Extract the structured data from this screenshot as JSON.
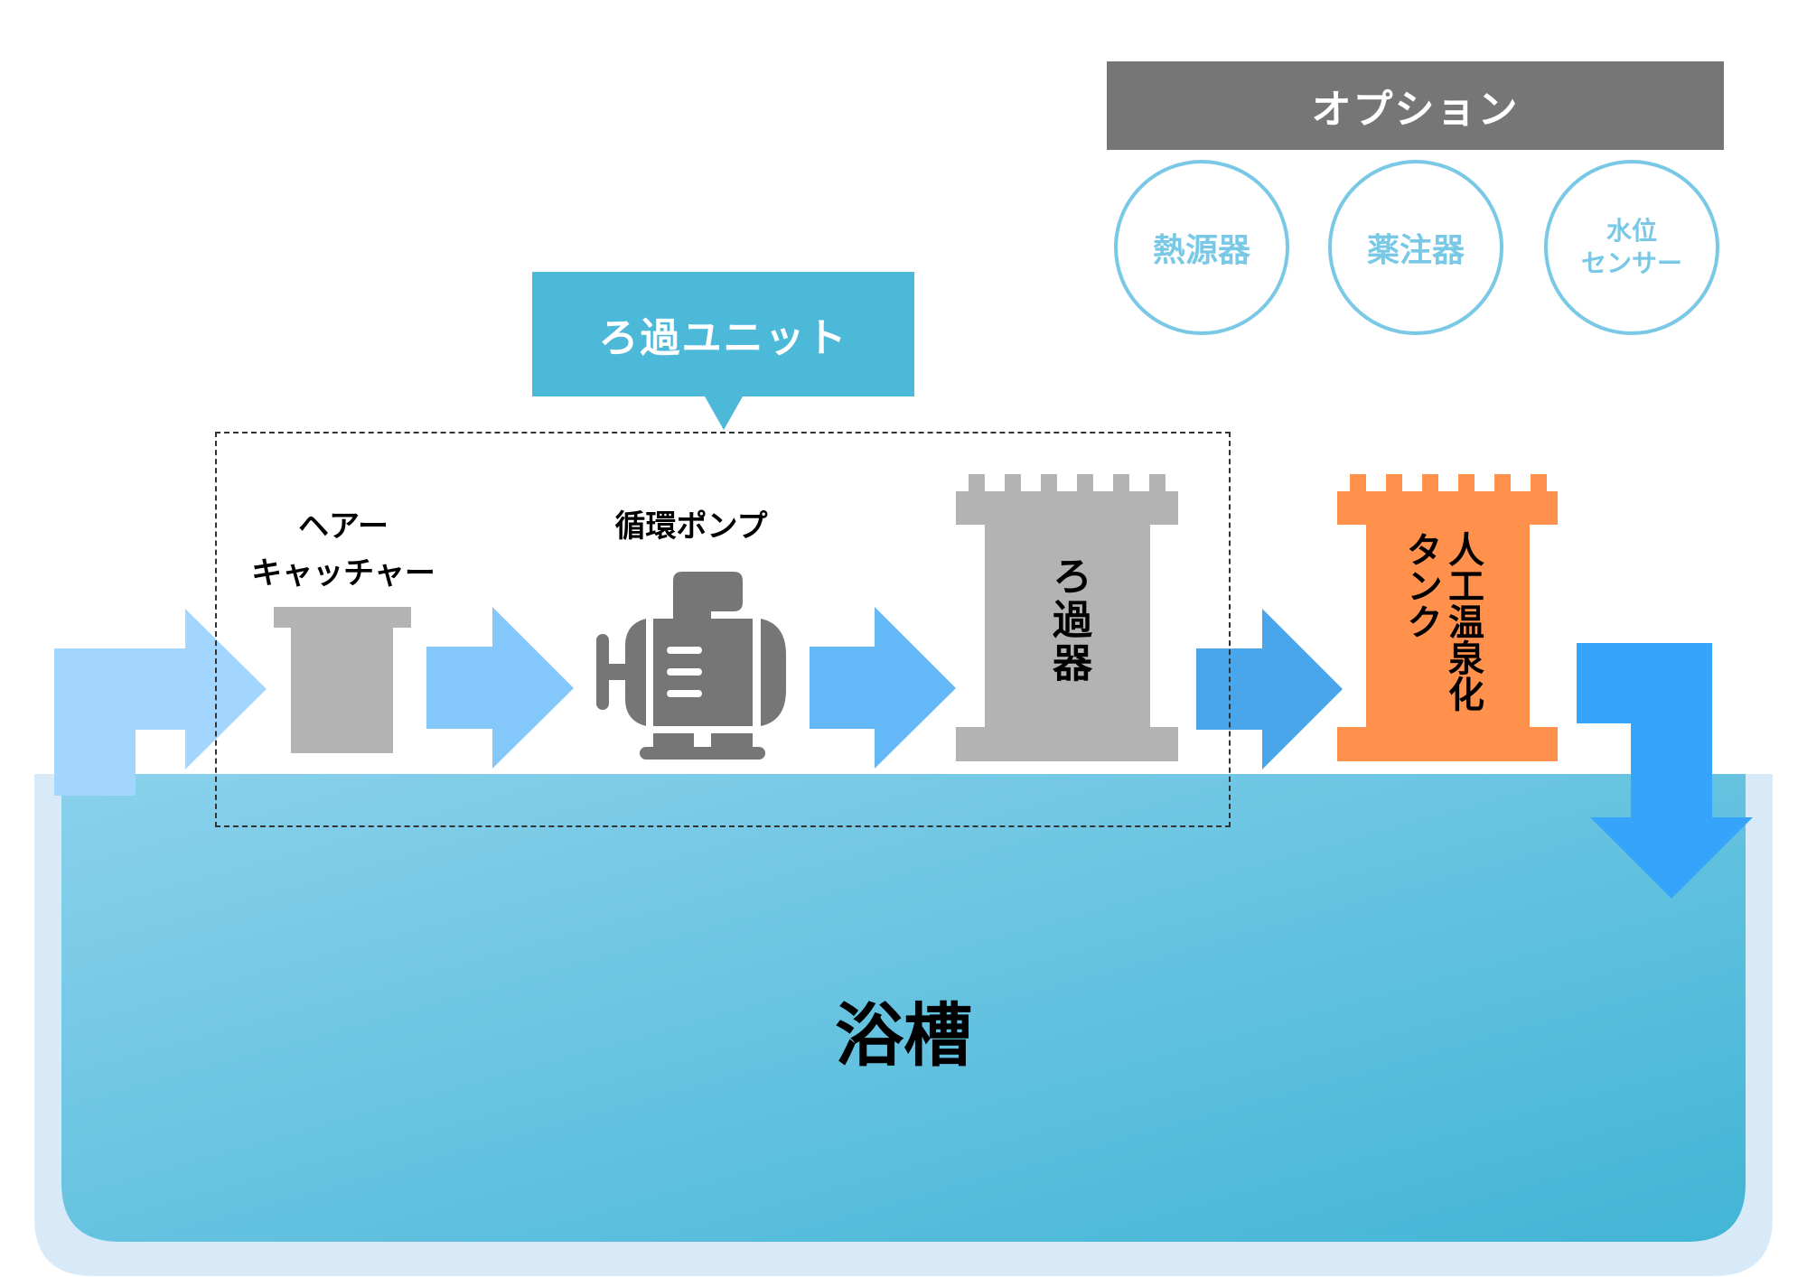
{
  "options": {
    "header": "オプション",
    "items": [
      {
        "lines": [
          "熱源器"
        ]
      },
      {
        "lines": [
          "薬注器"
        ]
      },
      {
        "lines": [
          "水位",
          "センサー"
        ]
      }
    ]
  },
  "filtration_unit": {
    "callout_label": "ろ過ユニット"
  },
  "components": {
    "hair_catcher": {
      "lines": [
        "ヘアー",
        "キャッチャー"
      ]
    },
    "circulation_pump": {
      "label": "循環ポンプ"
    },
    "filter": {
      "label": "ろ過器"
    },
    "onsen_tank": {
      "lines": [
        "人工温泉化",
        "タンク"
      ]
    }
  },
  "bath": {
    "label": "浴槽"
  },
  "colors": {
    "options_header_bg": "#767676",
    "option_circle": "#79c8e6",
    "callout_bg": "#4db9d9",
    "component_gray": "#b3b3b3",
    "pump_gray": "#767676",
    "onsen_tank_orange": "#ff914d",
    "arrow_1": "#a3d6ff",
    "arrow_2": "#84c8fb",
    "arrow_3": "#65b8f7",
    "arrow_4": "#4aa6ea",
    "arrow_5": "#35a4fa",
    "bath_outer": "#d8eaf8",
    "bath_water_light": "#88d0ec",
    "bath_water_dark": "#42b6d6"
  }
}
